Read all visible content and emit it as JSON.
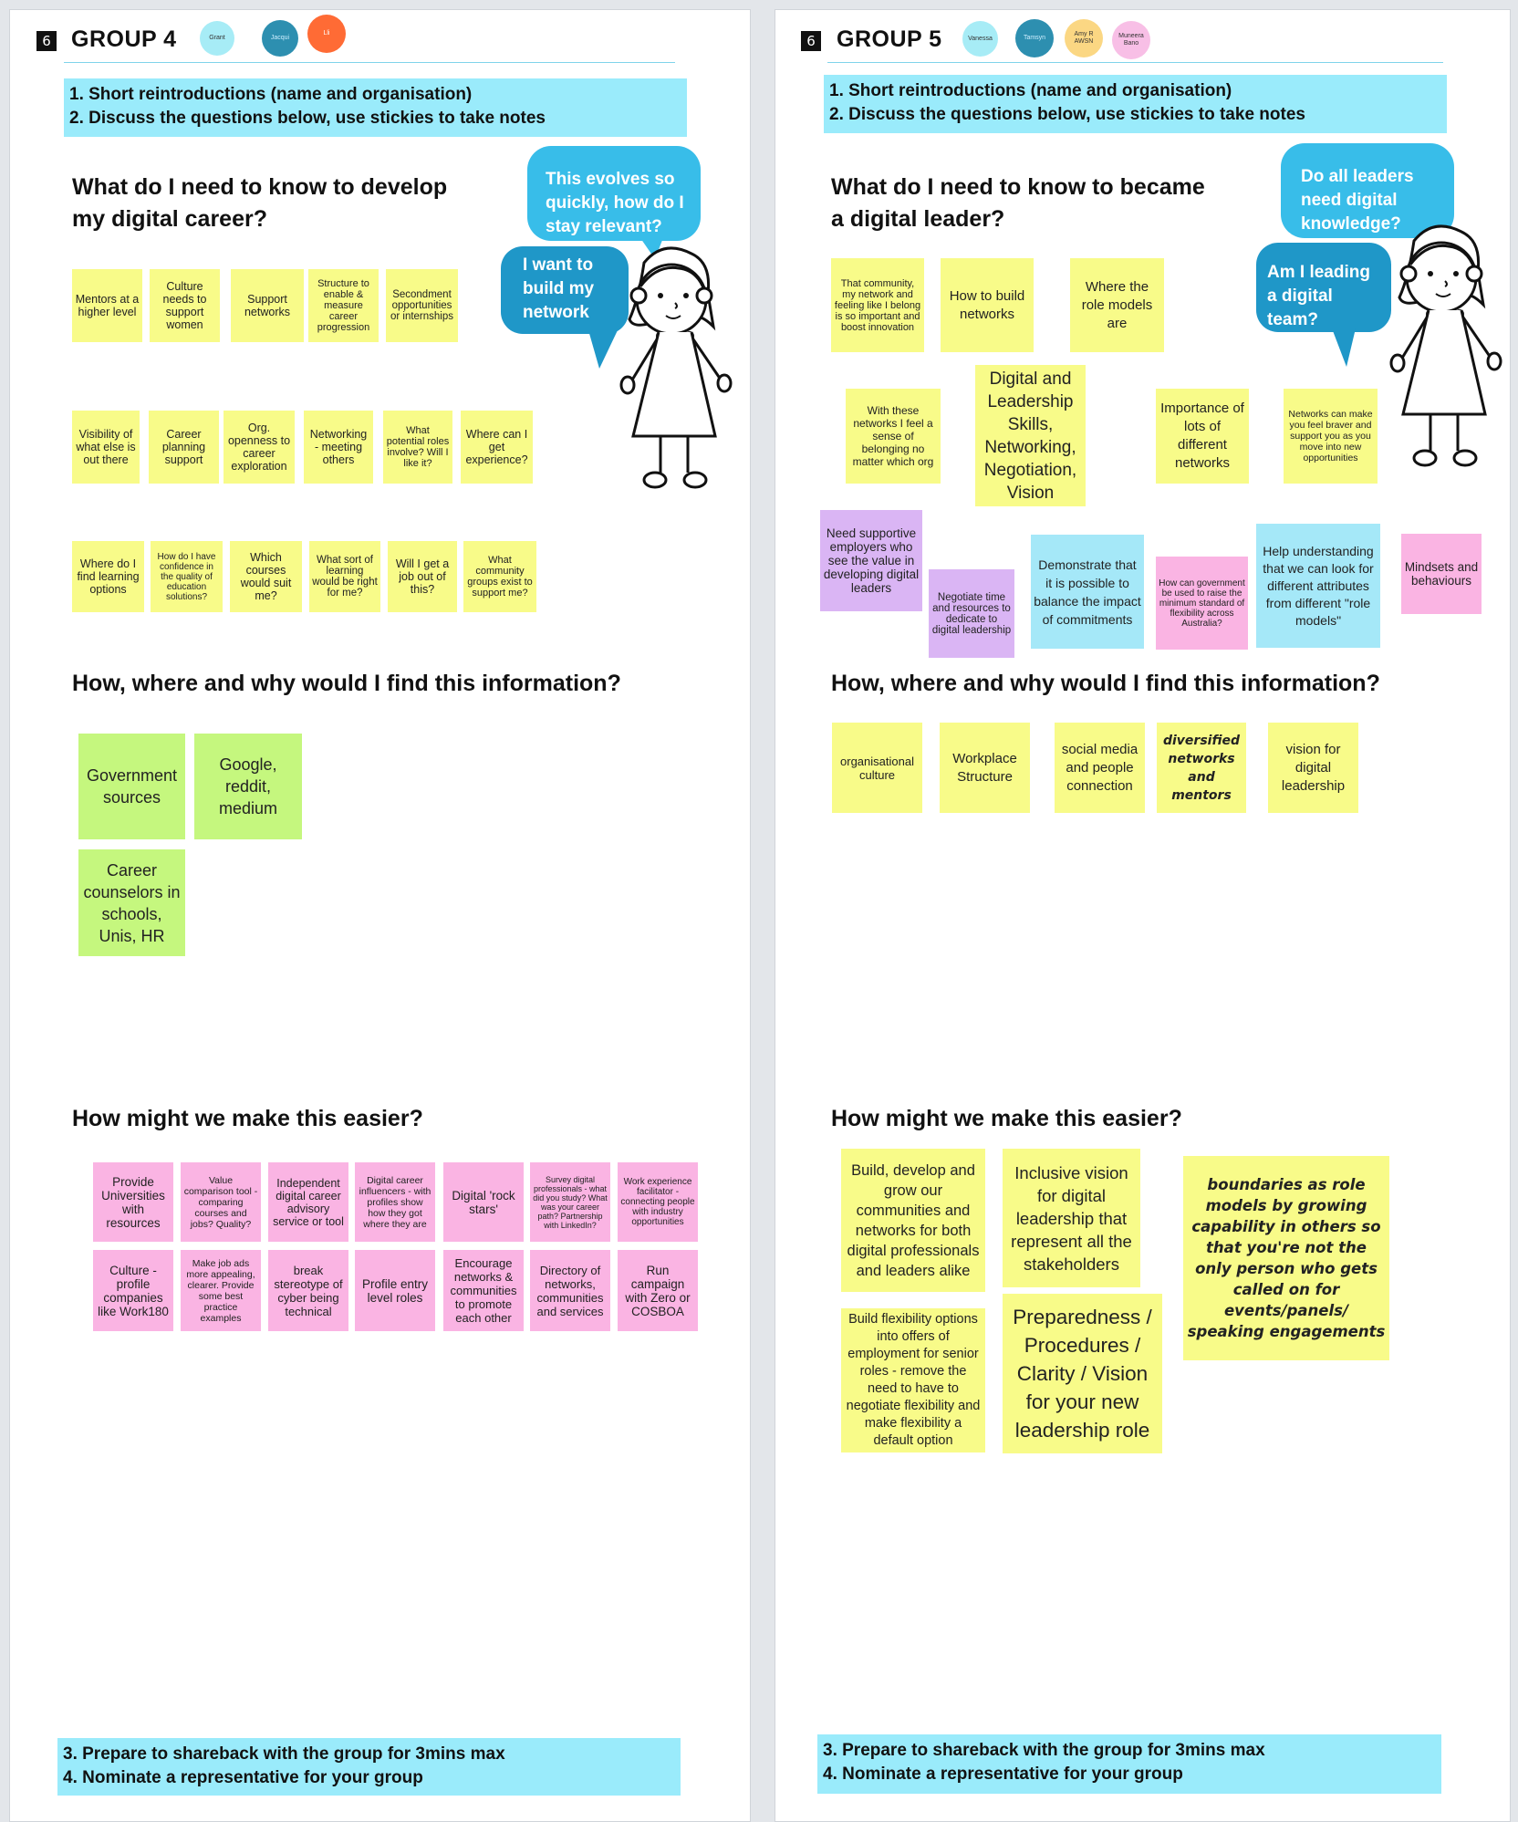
{
  "group4": {
    "number": "6",
    "title": "GROUP 4",
    "avatars": [
      {
        "name": "Grant",
        "color": "#a7ecf6"
      },
      {
        "name": "Jacqui",
        "color": "#2d8fb0"
      },
      {
        "name": "Lli",
        "color": "#ff6b35"
      }
    ],
    "instructions_top": [
      "1. Short reintroductions (name and organisation)",
      "2. Discuss the questions below, use stickies to take notes"
    ],
    "question1": {
      "line1": "What do I need to know to develop",
      "line2": "my digital career?"
    },
    "bubble_light": "This evolves so quickly, how do I stay relevant?",
    "bubble_dark": "I want to build my network",
    "q1_notes": [
      "Mentors at a higher level",
      "Culture needs to support women",
      "Support networks",
      "Structure to enable & measure career progression",
      "Secondment opportunities or internships",
      "Visibility of what else is out there",
      "Career planning support",
      "Org. openness to career exploration",
      "Networking - meeting others",
      "What potential roles involve? Will I like it?",
      "Where can I get experience?",
      "Where do I find learning options",
      "How do I have confidence in the quality of education solutions?",
      "Which courses would suit me?",
      "What sort of learning would be right for me?",
      "Will I get a job out of this?",
      "What community groups exist to support me?"
    ],
    "question2": "How, where and why would I find this information?",
    "q2_notes": [
      "Government sources",
      "Google, reddit, medium",
      "Career counselors in schools, Unis, HR"
    ],
    "question3": "How might we make this easier?",
    "q3_notes": [
      "Provide Universities with resources",
      "Value comparison tool - comparing courses and jobs? Quality?",
      "Independent digital career advisory service or tool",
      "Digital career influencers - with profiles show how they got where they are",
      "Digital 'rock stars'",
      "Survey digital professionals - what did you study? What was your career path? Partnership with LinkedIn?",
      "Work experience facilitator - connecting people with industry opportunities",
      "Culture - profile companies like Work180",
      "Make job ads more appealing, clearer. Provide some best practice examples",
      "break stereotype of cyber being technical",
      "Profile entry level roles",
      "Encourage networks & communities to promote each other",
      "Directory of networks, communities and services",
      "Run campaign with Zero or COSBOA"
    ],
    "instructions_bottom": [
      "3. Prepare to shareback with the group for 3mins max",
      "4. Nominate a representative for your group"
    ]
  },
  "group5": {
    "number": "6",
    "title": "GROUP 5",
    "avatars": [
      {
        "name": "Vanessa",
        "color": "#a7ecf6"
      },
      {
        "name": "Tamsyn",
        "color": "#2d8fb0"
      },
      {
        "name": "Amy R AWSN",
        "color": "#fbd783"
      },
      {
        "name": "Muneera Bano",
        "color": "#f8bfe6"
      }
    ],
    "instructions_top": [
      "1. Short reintroductions (name and organisation)",
      "2. Discuss the questions below, use stickies to take notes"
    ],
    "question1": {
      "line1": "What do I need to know to became",
      "line2": "a digital leader?"
    },
    "bubble_light": "Do all leaders need digital knowledge?",
    "bubble_dark": "Am I leading a digital team?",
    "q1_notes": [
      "That community, my network and feeling like I belong is so important and boost innovation",
      "How to build networks",
      "Where the role models are",
      "With these networks I feel a sense of belonging no matter which org",
      "Digital and Leadership Skills, Networking, Negotiation, Vision",
      "Importance of lots of different networks",
      "Networks can make you feel braver and support you as you move into new opportunities",
      "Need supportive employers who see the value in developing digital leaders",
      "Negotiate time and resources to dedicate to digital leadership",
      "Demonstrate that it is possible to balance the impact of commitments",
      "How can government be used to raise the minimum standard of flexibility across Australia?",
      "Help understanding that we can look for different attributes from different \"role models\"",
      "Mindsets and behaviours"
    ],
    "question2": "How, where and why would I find this information?",
    "q2_notes": [
      "organisational culture",
      "Workplace Structure",
      "social media and people connection",
      "diversified networks and mentors",
      "vision for digital leadership"
    ],
    "question3": "How might we make this easier?",
    "q3_notes": [
      "Build, develop and grow our communities and networks for both digital professionals and leaders alike",
      "Inclusive vision for digital leadership that represent all the stakeholders",
      "boundaries as role models by growing capability in others so that you're not the only person who gets called on for events/panels/ speaking engagements",
      "Build flexibility options into offers of employment for senior roles - remove the need to have to negotiate flexibility and make flexibility a default option",
      "Preparedness / Procedures / Clarity / Vision for your new leadership role"
    ],
    "instructions_bottom": [
      "3. Prepare to shareback with the group for 3mins max",
      "4. Nominate a representative for your group"
    ]
  }
}
